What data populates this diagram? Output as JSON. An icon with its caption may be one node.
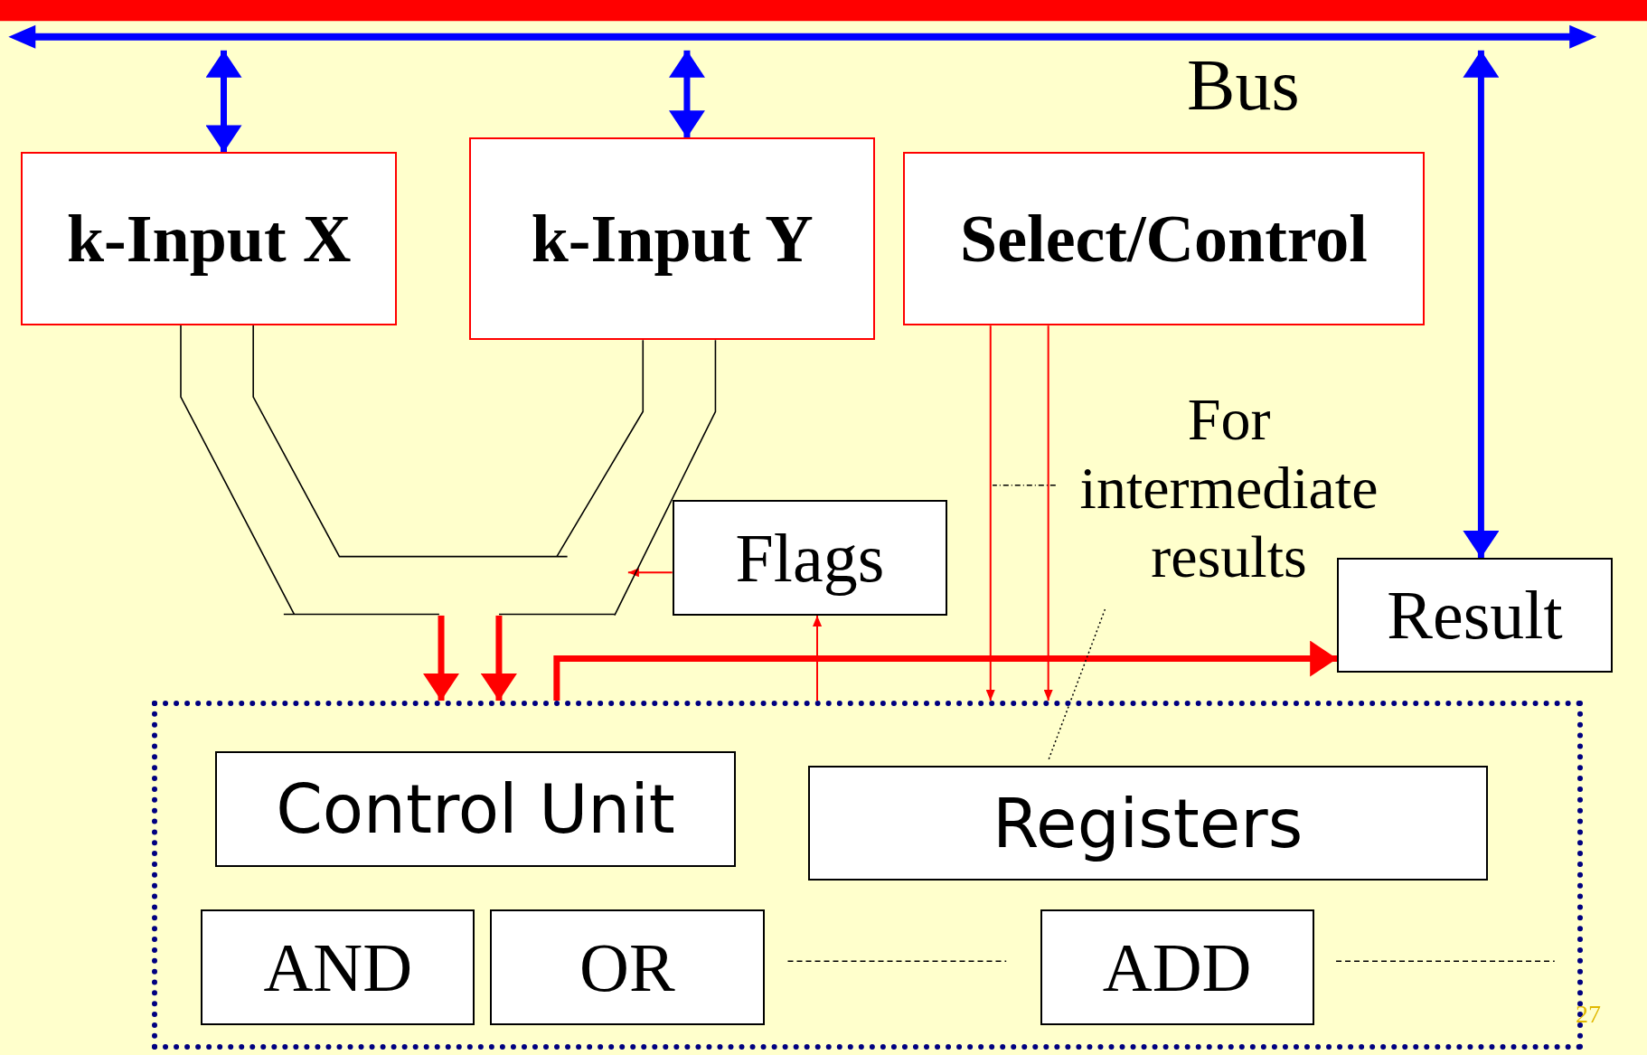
{
  "diagram": {
    "nodes": [
      {
        "text": [],
        "shape": "bar",
        "beside": [
          "Bus"
        ]
      },
      {
        "text": [
          "k-Input X"
        ]
      },
      {
        "text": [
          "k-Input Y"
        ]
      },
      {
        "text": [
          "Select/Control"
        ]
      },
      {
        "text": [
          "Flags"
        ]
      },
      {
        "text": [
          "Result"
        ]
      },
      {
        "text": [],
        "shape": "box"
      },
      {
        "text": [
          "Control Unit"
        ],
        "in": 6
      },
      {
        "text": [
          "Registers"
        ],
        "in": 6
      },
      {
        "text": [
          "AND"
        ],
        "in": 6
      },
      {
        "text": [
          "OR"
        ],
        "in": 6
      },
      {
        "text": [
          "ADD"
        ],
        "in": 6
      },
      {
        "text": [
          "For intermediate results"
        ]
      },
      {
        "text": [],
        "shape": "channel"
      }
    ],
    "edges": [
      {
        "from": 0,
        "to": 1,
        "arrow": "both",
        "style": "thick",
        "color": "#0000ff"
      },
      {
        "from": 0,
        "to": 2,
        "arrow": "both",
        "style": "thick",
        "color": "#0000ff"
      },
      {
        "from": 0,
        "to": 5,
        "arrow": "both",
        "style": "thick",
        "color": "#0000ff"
      },
      {
        "from": 13,
        "to": 6,
        "arrow": "to",
        "style": "thick"
      },
      {
        "from": 13,
        "to": 6,
        "arrow": "to",
        "style": "thick"
      },
      {
        "from": 3,
        "to": 6,
        "arrow": "to"
      },
      {
        "from": 3,
        "to": 6,
        "arrow": "to"
      },
      {
        "from": 6,
        "to": 5,
        "arrow": "to",
        "style": "thick"
      },
      {
        "from": 6,
        "to": 4,
        "arrow": "to"
      },
      {
        "from": 4,
        "to": 13,
        "arrow": "to"
      },
      {
        "from": 12,
        "to": null,
        "arrow": "none",
        "style": "dashed",
        "color": "#000000"
      },
      {
        "from": 12,
        "to": 8,
        "arrow": "none",
        "style": "dashed",
        "color": "#000000"
      }
    ],
    "labels": [
      "27"
    ]
  }
}
